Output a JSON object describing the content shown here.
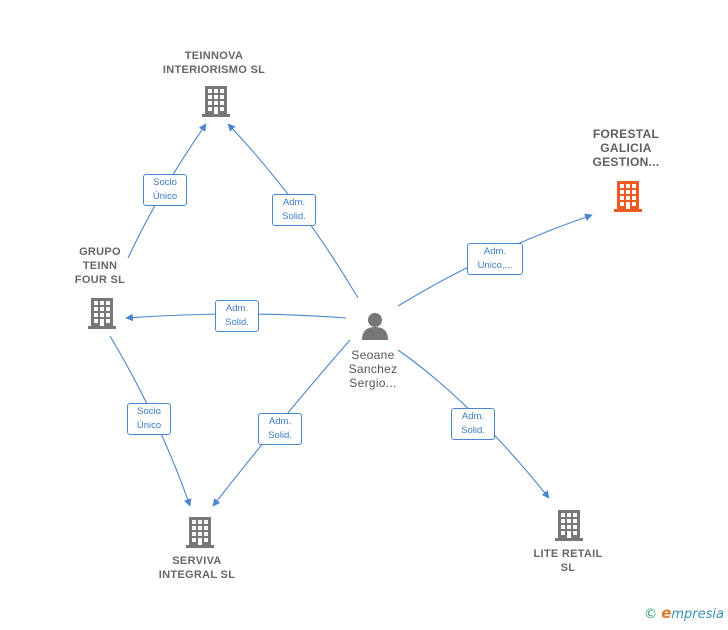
{
  "colors": {
    "edge": "#4a86cf",
    "company_icon": "#777777",
    "highlight_icon": "#f05a22",
    "person_icon": "#777777"
  },
  "nodes": {
    "teinnova": {
      "line1": "TEINNOVA",
      "line2": "INTERIORISMO SL",
      "icon": "building-icon"
    },
    "forestal": {
      "line1": "FORESTAL",
      "line2": "GALICIA",
      "line3": "GESTION...",
      "icon": "building-icon"
    },
    "grupo": {
      "line1": "GRUPO",
      "line2": "TEINN",
      "line3": "FOUR  SL",
      "icon": "building-icon"
    },
    "person": {
      "line1": "Seoane",
      "line2": "Sanchez",
      "line3": "Sergio...",
      "icon": "person-icon"
    },
    "serviva": {
      "line1": "SERVIVA",
      "line2": "INTEGRAL  SL",
      "icon": "building-icon"
    },
    "lite": {
      "line1": "LITE RETAIL",
      "line2": "SL",
      "icon": "building-icon"
    }
  },
  "edges": [
    {
      "id": "grupo-teinnova",
      "line1": "Socio",
      "line2": "Único"
    },
    {
      "id": "person-teinnova",
      "line1": "Adm.",
      "line2": "Solid."
    },
    {
      "id": "person-forestal",
      "line1": "Adm.",
      "line2": "Unico,..."
    },
    {
      "id": "person-grupo",
      "line1": "Adm.",
      "line2": "Solid."
    },
    {
      "id": "grupo-serviva",
      "line1": "Socio",
      "line2": "Único"
    },
    {
      "id": "person-serviva",
      "line1": "Adm.",
      "line2": "Solid."
    },
    {
      "id": "person-lite",
      "line1": "Adm.",
      "line2": "Solid."
    }
  ],
  "footer": {
    "copyright": "©",
    "e": "e",
    "brand": "mpresia"
  }
}
